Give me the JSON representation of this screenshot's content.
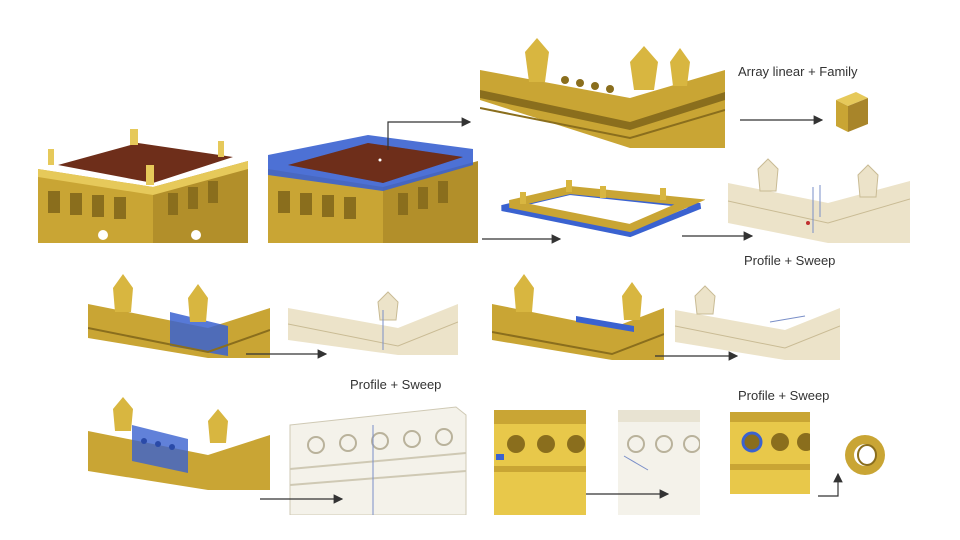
{
  "labels": {
    "array_family": "Array linear + Family",
    "profile_sweep_1": "Profile + Sweep",
    "profile_sweep_2": "Profile + Sweep",
    "profile_sweep_3": "Profile + Sweep"
  },
  "colors": {
    "gold": "#c9a534",
    "gold_dark": "#8a6e1d",
    "gold_light": "#e6c95a",
    "roof": "#6e2e1a",
    "blue": "#3a62d0",
    "ghost": "#ece3c9",
    "ghost_line": "#c9bb94",
    "white_model": "#f4f2ea",
    "arrow": "#333333"
  },
  "icons": {
    "family_box": "cube-icon",
    "ring": "ring-icon"
  }
}
